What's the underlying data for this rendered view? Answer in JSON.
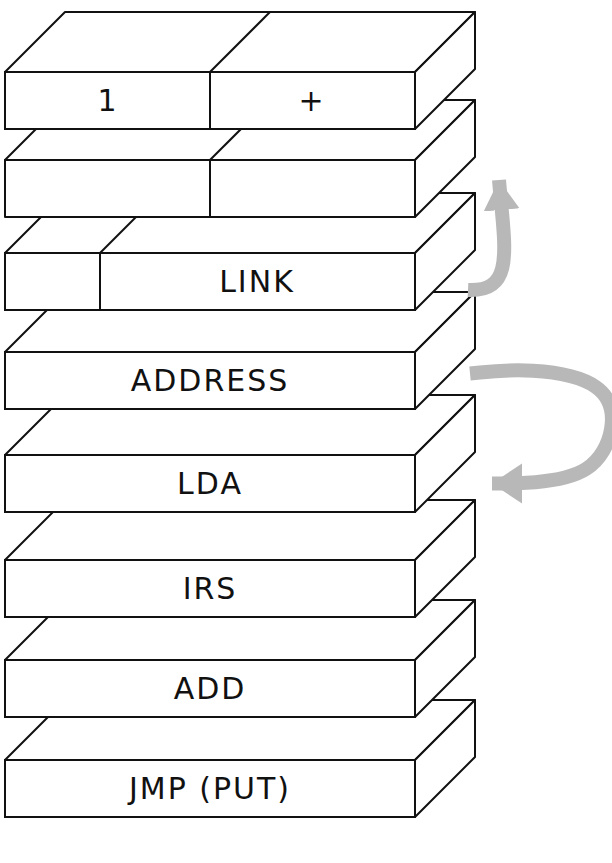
{
  "diagram": {
    "nodes": [
      {
        "text": [
          "1",
          "+"
        ]
      },
      {
        "text": [
          "LINK"
        ]
      },
      {
        "text": [
          "ADDRESS"
        ]
      },
      {
        "text": [
          "LDA"
        ]
      },
      {
        "text": [
          "IRS"
        ]
      },
      {
        "text": [
          "ADD"
        ]
      },
      {
        "text": [
          "JMP (PUT)"
        ]
      }
    ],
    "edges": [
      {
        "from": 2,
        "to": 3,
        "arrow": "to"
      }
    ]
  }
}
